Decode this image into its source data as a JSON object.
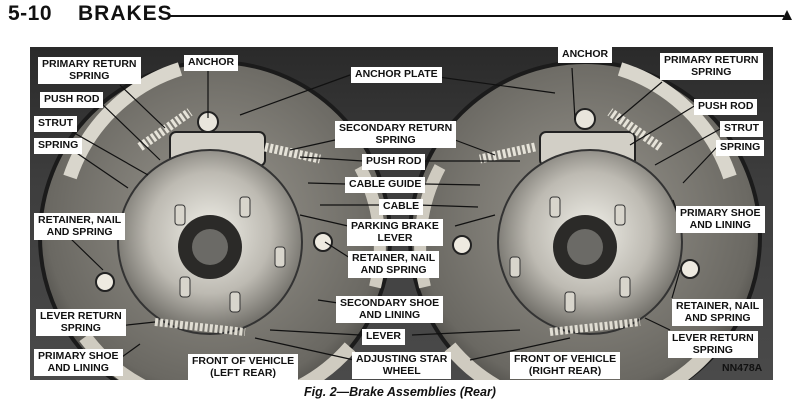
{
  "header": {
    "page_number": "5-10",
    "section": "BRAKES"
  },
  "figure": {
    "caption": "Fig. 2—Brake Assemblies (Rear)",
    "code": "NN478A",
    "labels": {
      "anchor_left": "ANCHOR",
      "anchor_right": "ANCHOR",
      "primary_return_spring_left": "PRIMARY RETURN\nSPRING",
      "primary_return_spring_right": "PRIMARY RETURN\nSPRING",
      "push_rod_left": "PUSH ROD",
      "push_rod_right": "PUSH ROD",
      "strut_left": "STRUT",
      "strut_right": "STRUT",
      "spring_left": "SPRING",
      "spring_right": "SPRING",
      "retainer_left": "RETAINER, NAIL\nAND SPRING",
      "retainer_right": "RETAINER, NAIL\nAND SPRING",
      "lever_return_spring_left": "LEVER RETURN\nSPRING",
      "lever_return_spring_right": "LEVER RETURN\nSPRING",
      "primary_shoe_left": "PRIMARY SHOE\nAND LINING",
      "primary_shoe_right": "PRIMARY SHOE\nAND LINING",
      "front_left": "FRONT OF VEHICLE\n(LEFT REAR)",
      "front_right": "FRONT OF VEHICLE\n(RIGHT REAR)",
      "anchor_plate": "ANCHOR PLATE",
      "secondary_return_spring": "SECONDARY RETURN\nSPRING",
      "push_rod_center": "PUSH ROD",
      "cable_guide": "CABLE GUIDE",
      "cable": "CABLE",
      "parking_brake_lever": "PARKING BRAKE\nLEVER",
      "retainer_center": "RETAINER, NAIL\nAND SPRING",
      "secondary_shoe": "SECONDARY SHOE\nAND LINING",
      "lever": "LEVER",
      "adjusting_star_wheel": "ADJUSTING STAR\nWHEEL"
    }
  }
}
